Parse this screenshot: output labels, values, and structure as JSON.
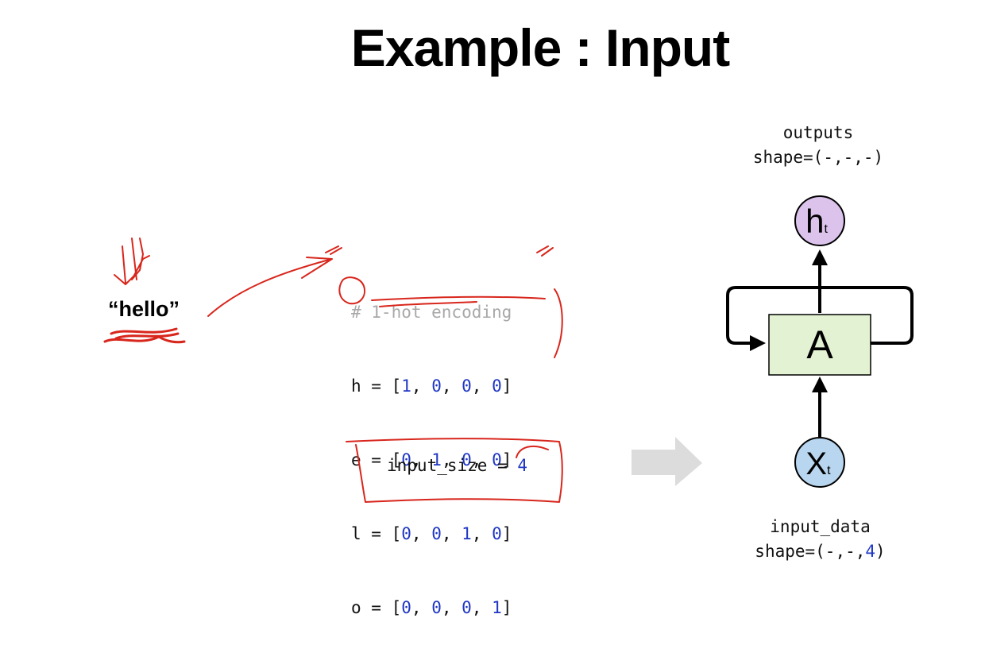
{
  "title": "Example : Input",
  "word": "“hello”",
  "code": {
    "comment": "# 1-hot encoding",
    "rows": [
      {
        "char": "h",
        "bits": [
          "1",
          "0",
          "0",
          "0"
        ]
      },
      {
        "char": "e",
        "bits": [
          "0",
          "1",
          "0",
          "0"
        ]
      },
      {
        "char": "l",
        "bits": [
          "0",
          "0",
          "1",
          "0"
        ]
      },
      {
        "char": "o",
        "bits": [
          "0",
          "0",
          "0",
          "1"
        ]
      }
    ]
  },
  "input_size": {
    "label": "input_size = ",
    "value": "4"
  },
  "rnn": {
    "cell_label": "A",
    "output_node": {
      "main": "h",
      "sub": "t"
    },
    "input_node": {
      "main": "X",
      "sub": "t"
    },
    "outputs_label": "outputs",
    "outputs_shape": "shape=(-,-,-)",
    "input_label": "input_data",
    "input_shape_prefix": "shape=(-,-,",
    "input_shape_value": "4",
    "input_shape_suffix": ")"
  },
  "colors": {
    "annotation": "#d8261c",
    "code_number": "#1f37c4",
    "code_comment": "#a8a8a8",
    "cell_fill": "#e2f2d2",
    "output_node_fill": "#dcc3ec",
    "input_node_fill": "#b8d6f0",
    "flow_arrow": "#dcdcdc"
  }
}
